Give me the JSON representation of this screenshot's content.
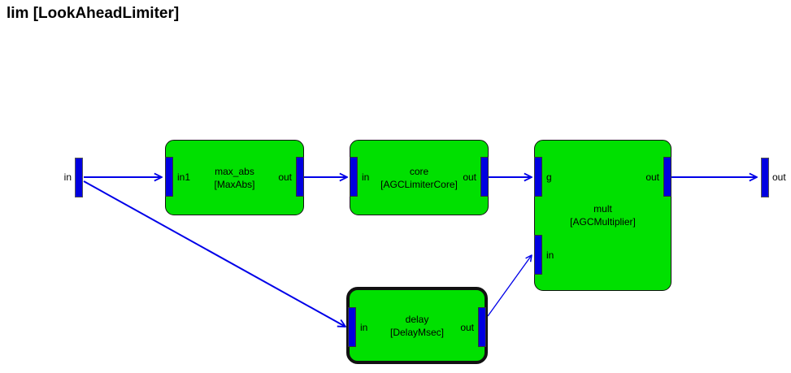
{
  "title": "lim [LookAheadLimiter]",
  "colors": {
    "background": "#FFFFFF",
    "block_fill": "#00E000",
    "block_border": "#111111",
    "port_fill": "#0000E0",
    "wire": "#0000E8",
    "text": "#000000"
  },
  "terminals": {
    "input": {
      "label": "in"
    },
    "output": {
      "label": "out"
    }
  },
  "blocks": {
    "max_abs": {
      "name": "max_abs",
      "type": "[MaxAbs]",
      "ports": {
        "in1": "in1",
        "out": "out"
      }
    },
    "core": {
      "name": "core",
      "type": "[AGCLimiterCore]",
      "ports": {
        "in": "in",
        "out": "out"
      }
    },
    "mult": {
      "name": "mult",
      "type": "[AGCMultiplier]",
      "ports": {
        "g": "g",
        "in": "in",
        "out": "out"
      }
    },
    "delay": {
      "name": "delay",
      "type": "[DelayMsec]",
      "selected": true,
      "ports": {
        "in": "in",
        "out": "out"
      }
    }
  },
  "connections": [
    {
      "from": "in",
      "to": "max_abs.in1"
    },
    {
      "from": "in",
      "to": "delay.in"
    },
    {
      "from": "max_abs.out",
      "to": "core.in"
    },
    {
      "from": "core.out",
      "to": "mult.g"
    },
    {
      "from": "delay.out",
      "to": "mult.in"
    },
    {
      "from": "mult.out",
      "to": "out"
    }
  ]
}
